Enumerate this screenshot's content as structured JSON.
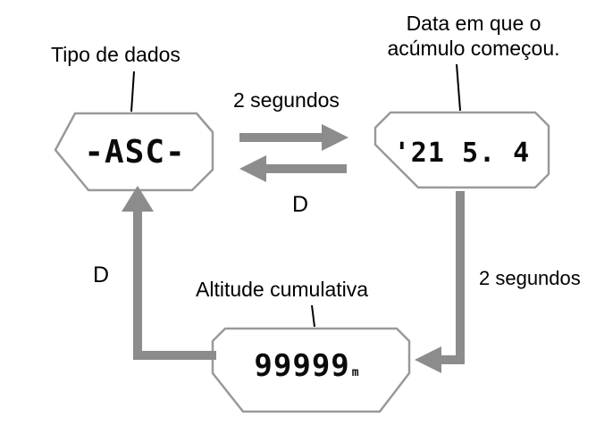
{
  "labels": {
    "tipo_de_dados": "Tipo de dados",
    "data_line1": "Data em que o",
    "data_line2": "acúmulo começou.",
    "segundos_top": "2 segundos",
    "segundos_right": "2 segundos",
    "d_center": "D",
    "d_left": "D",
    "altitude": "Altitude cumulativa"
  },
  "displays": {
    "data_type": {
      "value": "-ASC-"
    },
    "start_date": {
      "value": "'21 5. 4"
    },
    "cumulative_altitude": {
      "value": "99999",
      "unit": "m"
    }
  },
  "colors": {
    "arrow_gray": "#8c8c8c",
    "outline_gray": "#999999",
    "text_black": "#000000"
  }
}
